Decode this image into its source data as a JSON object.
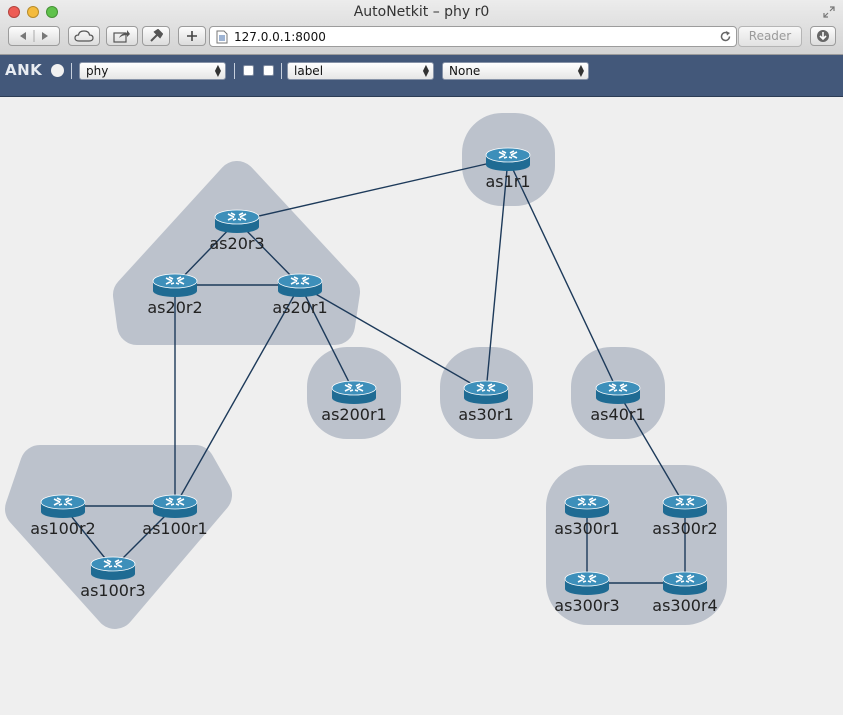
{
  "window": {
    "title": "AutoNetkit – phy r0"
  },
  "toolbar": {
    "url": "127.0.0.1:8000",
    "reader_label": "Reader"
  },
  "ank_bar": {
    "logo": "ANK",
    "overlay_select": "phy",
    "label_select": "label",
    "group_select": "None"
  },
  "colors": {
    "router": "#1f6b93",
    "router_top": "#3d8fba",
    "group": "#bcc2cc",
    "link": "#1d3a5a",
    "ank_bar": "#43587a"
  },
  "graph": {
    "nodes": [
      {
        "id": "as1r1",
        "label": "as1r1"
      },
      {
        "id": "as20r3",
        "label": "as20r3"
      },
      {
        "id": "as20r2",
        "label": "as20r2"
      },
      {
        "id": "as20r1",
        "label": "as20r1"
      },
      {
        "id": "as200r1",
        "label": "as200r1"
      },
      {
        "id": "as30r1",
        "label": "as30r1"
      },
      {
        "id": "as40r1",
        "label": "as40r1"
      },
      {
        "id": "as100r2",
        "label": "as100r2"
      },
      {
        "id": "as100r1",
        "label": "as100r1"
      },
      {
        "id": "as100r3",
        "label": "as100r3"
      },
      {
        "id": "as300r1",
        "label": "as300r1"
      },
      {
        "id": "as300r2",
        "label": "as300r2"
      },
      {
        "id": "as300r3",
        "label": "as300r3"
      },
      {
        "id": "as300r4",
        "label": "as300r4"
      }
    ],
    "links": [
      [
        "as1r1",
        "as20r3"
      ],
      [
        "as1r1",
        "as30r1"
      ],
      [
        "as1r1",
        "as40r1"
      ],
      [
        "as20r3",
        "as20r2"
      ],
      [
        "as20r3",
        "as20r1"
      ],
      [
        "as20r2",
        "as20r1"
      ],
      [
        "as20r1",
        "as200r1"
      ],
      [
        "as20r1",
        "as30r1"
      ],
      [
        "as20r2",
        "as100r1"
      ],
      [
        "as20r1",
        "as100r1"
      ],
      [
        "as100r2",
        "as100r1"
      ],
      [
        "as100r2",
        "as100r3"
      ],
      [
        "as100r1",
        "as100r3"
      ],
      [
        "as40r1",
        "as300r2"
      ],
      [
        "as300r1",
        "as300r3"
      ],
      [
        "as300r3",
        "as300r4"
      ],
      [
        "as300r2",
        "as300r4"
      ]
    ],
    "groups": [
      {
        "id": "g-as1",
        "members": [
          "as1r1"
        ]
      },
      {
        "id": "g-as20",
        "members": [
          "as20r3",
          "as20r2",
          "as20r1"
        ]
      },
      {
        "id": "g-as200",
        "members": [
          "as200r1"
        ]
      },
      {
        "id": "g-as30",
        "members": [
          "as30r1"
        ]
      },
      {
        "id": "g-as40",
        "members": [
          "as40r1"
        ]
      },
      {
        "id": "g-as100",
        "members": [
          "as100r2",
          "as100r1",
          "as100r3"
        ]
      },
      {
        "id": "g-as300",
        "members": [
          "as300r1",
          "as300r2",
          "as300r3",
          "as300r4"
        ]
      }
    ]
  }
}
